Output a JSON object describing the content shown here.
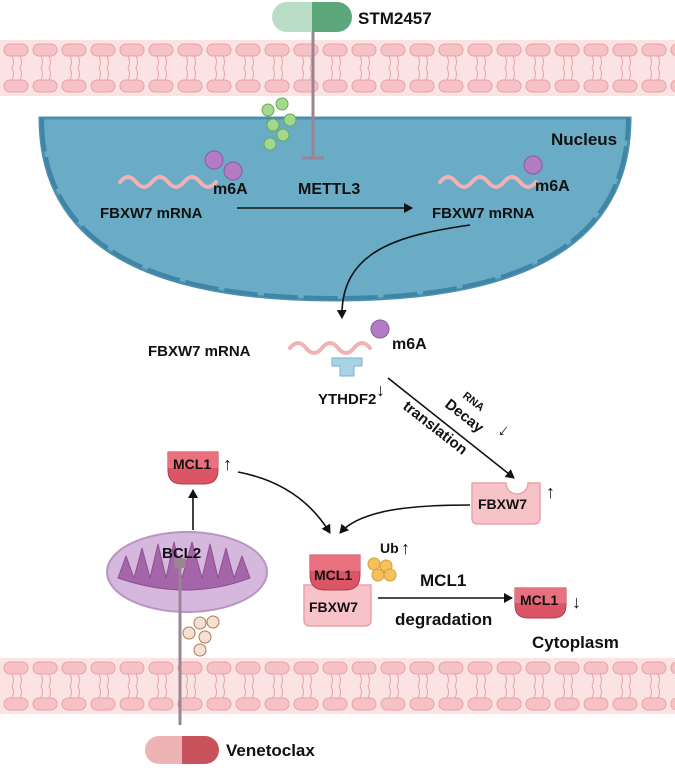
{
  "drugs": {
    "top": "STM2457",
    "bottom": "Venetoclax"
  },
  "compartments": {
    "nucleus": "Nucleus",
    "cytoplasm": "Cytoplasm"
  },
  "nucleus": {
    "enzyme": "METTL3",
    "mrna_left_label": "FBXW7 mRNA",
    "mrna_left_mark": "m6A",
    "mrna_right_label": "FBXW7 mRNA",
    "mrna_right_mark": "m6A"
  },
  "cytoplasm_mrna": {
    "label": "FBXW7 mRNA",
    "mark": "m6A",
    "reader": "YTHDF2",
    "reader_arrow": "↓"
  },
  "pathway": {
    "rna": "RNA",
    "decay": "Decay",
    "decay_arrow": "↓",
    "translation": "translation",
    "fbxw7_protein": "FBXW7",
    "fbxw7_arrow": "↑",
    "mcl1_top": "MCL1",
    "mcl1_top_arrow": "↑",
    "bcl2": "BCL2",
    "complex_mcl1": "MCL1",
    "complex_fbxw7": "FBXW7",
    "ub": "Ub",
    "ub_arrow": "↑",
    "degradation_line1": "MCL1",
    "degradation_line2": "degradation",
    "mcl1_result": "MCL1",
    "mcl1_result_arrow": "↓"
  },
  "colors": {
    "membrane_fill": "#fbe3e4",
    "membrane_stroke": "#e7a3a7",
    "nucleus_fill": "#6aabc6",
    "nucleus_edge": "#4d8fae",
    "mrna": "#f0b2b2",
    "m6a": "#b27cc4",
    "mcl1_red": "#dc5566",
    "fbxw7_pink": "#f7c3c8",
    "mito": "#d6b8de",
    "mito_inner": "#a466a8",
    "ub": "#f4c15d",
    "green_dots": "#a4d98d",
    "stm_pill": "#5da77c",
    "ven_pill": "#c9535c"
  }
}
